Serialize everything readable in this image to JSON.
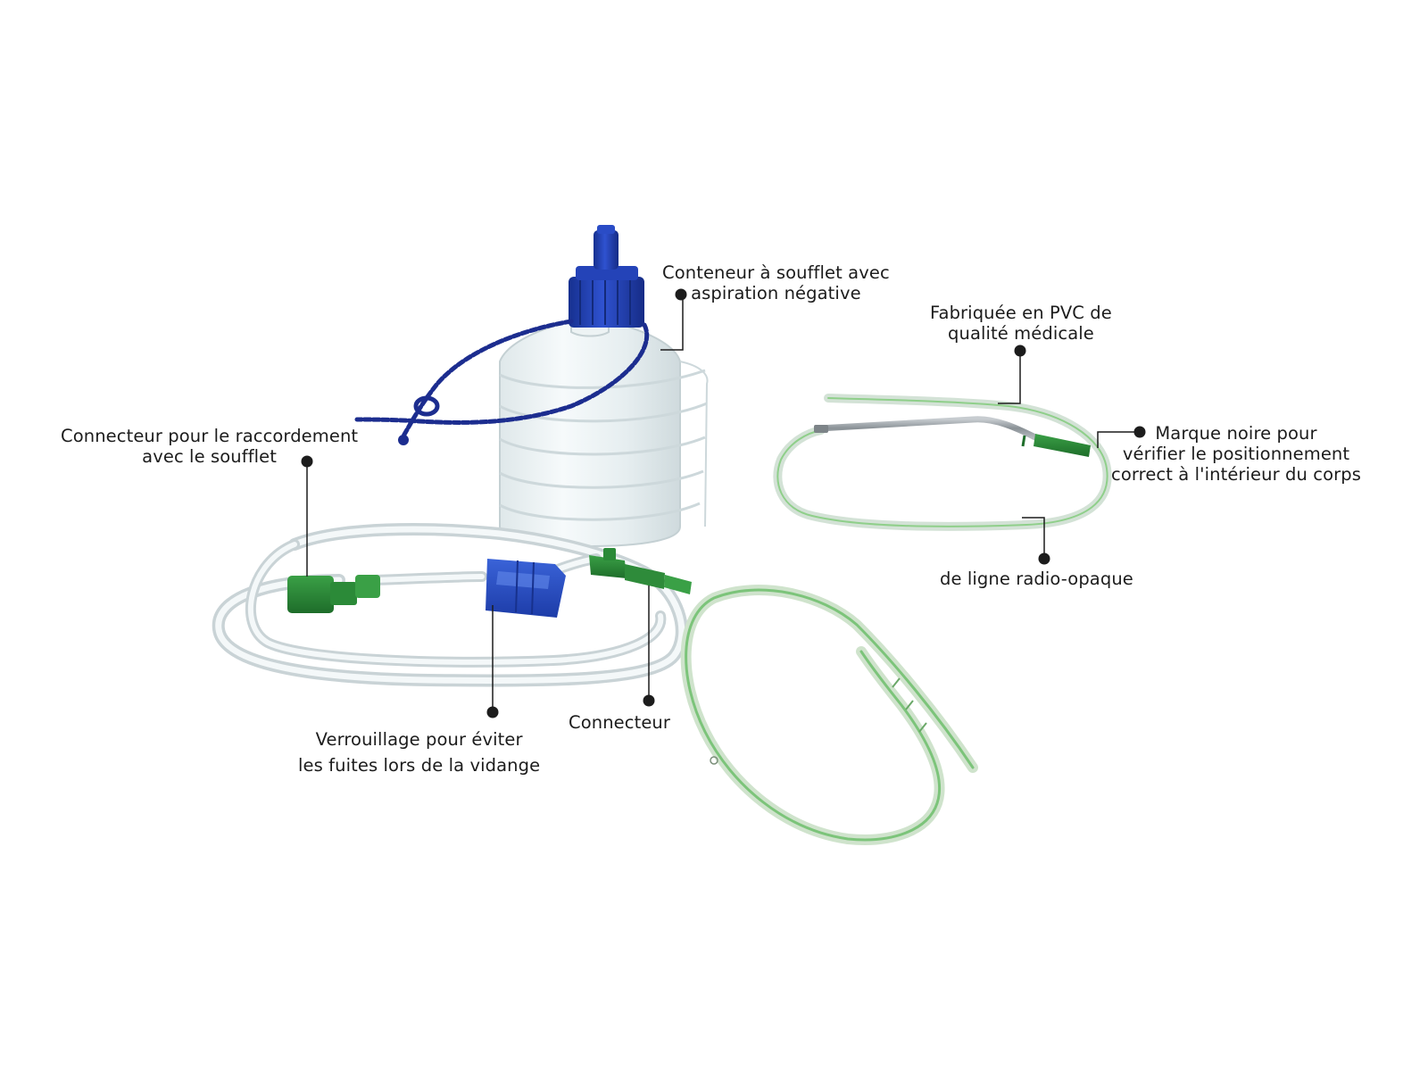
{
  "labels": {
    "bellows_container": {
      "line1": "Conteneur à soufflet avec",
      "line2": "aspiration négative"
    },
    "pvc_material": {
      "line1": "Fabriquée en PVC de",
      "line2": "qualité médicale"
    },
    "bellows_connector": {
      "line1": "Connecteur pour le raccordement",
      "line2": "avec le soufflet"
    },
    "black_mark": {
      "line1": "Marque noire pour",
      "line2": "vérifier le positionnement",
      "line3": "correct à l'intérieur du corps"
    },
    "radio_opaque": {
      "line1": "de ligne radio-opaque"
    },
    "clamp_lock": {
      "line1": "Verrouillage pour éviter",
      "line2": "les fuites lors de la vidange"
    },
    "connector": {
      "line1": "Connecteur"
    }
  },
  "colors": {
    "background": "#ffffff",
    "text": "#1c1c1c",
    "callout": "#1c1c1c",
    "cap_blue": "#1f3aa8",
    "strap_blue": "#1c2d8f",
    "connector_green": "#2e8b3a",
    "tube_green": "#7cc47a",
    "tube_clear": "#c9d3d6",
    "bottle": "#e3ecee",
    "metal": "#9aa0a4"
  }
}
